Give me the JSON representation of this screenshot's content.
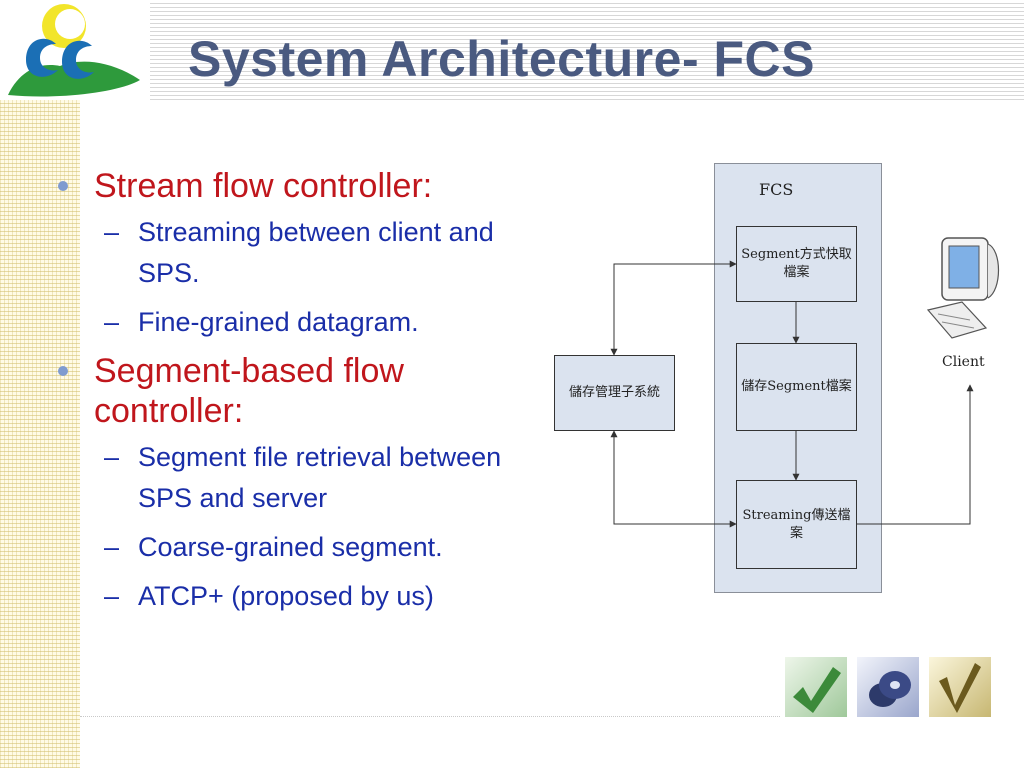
{
  "slide": {
    "title": "System Architecture- FCS"
  },
  "bullets": [
    {
      "text": "Stream flow controller:",
      "sub": [
        "Streaming between client and SPS.",
        "Fine-grained datagram."
      ]
    },
    {
      "text": "Segment-based flow controller:",
      "sub": [
        "Segment file retrieval between SPS and server",
        "Coarse-grained segment.",
        "ATCP+ (proposed by us)"
      ]
    }
  ],
  "diagram": {
    "fcs_label": "FCS",
    "box_segment_retrieval": "Segment方式快取檔案",
    "box_store_segment": "儲存Segment檔案",
    "box_streaming": "Streaming傳送檔案",
    "box_storage_system": "儲存管理子系統",
    "client_label": "Client"
  },
  "colors": {
    "title": "#4a5a80",
    "level1_text": "#c0161c",
    "level2_text": "#1a2ea8",
    "bullet_dot": "#7f9bd0",
    "diagram_fill": "#dbe3ef"
  }
}
